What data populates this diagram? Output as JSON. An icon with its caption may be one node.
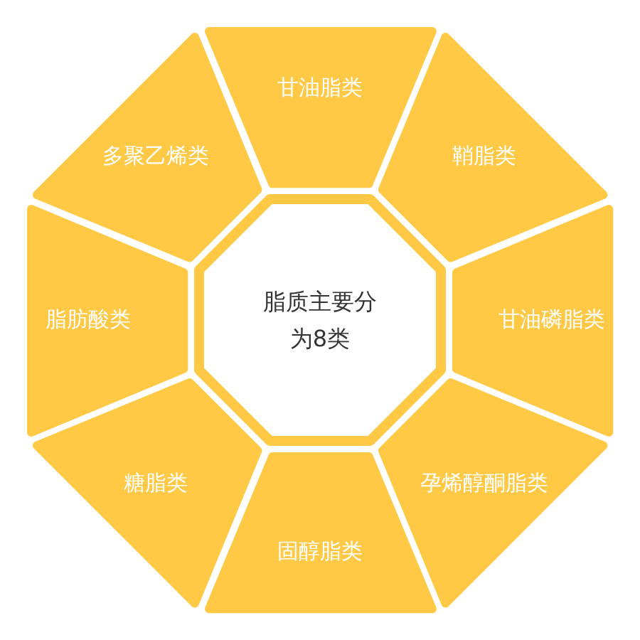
{
  "diagram": {
    "nodes": [
      {
        "text": [
          "脂质主要分为8类"
        ]
      },
      {
        "text": [
          "甘油脂类"
        ]
      },
      {
        "text": [
          "鞘脂类"
        ]
      },
      {
        "text": [
          "甘油磷脂类"
        ]
      },
      {
        "text": [
          "孕烯醇酮脂类"
        ]
      },
      {
        "text": [
          "固醇脂类"
        ]
      },
      {
        "text": [
          "糖脂类"
        ]
      },
      {
        "text": [
          "脂肪酸类"
        ]
      },
      {
        "text": [
          "多聚乙烯类"
        ]
      }
    ]
  }
}
